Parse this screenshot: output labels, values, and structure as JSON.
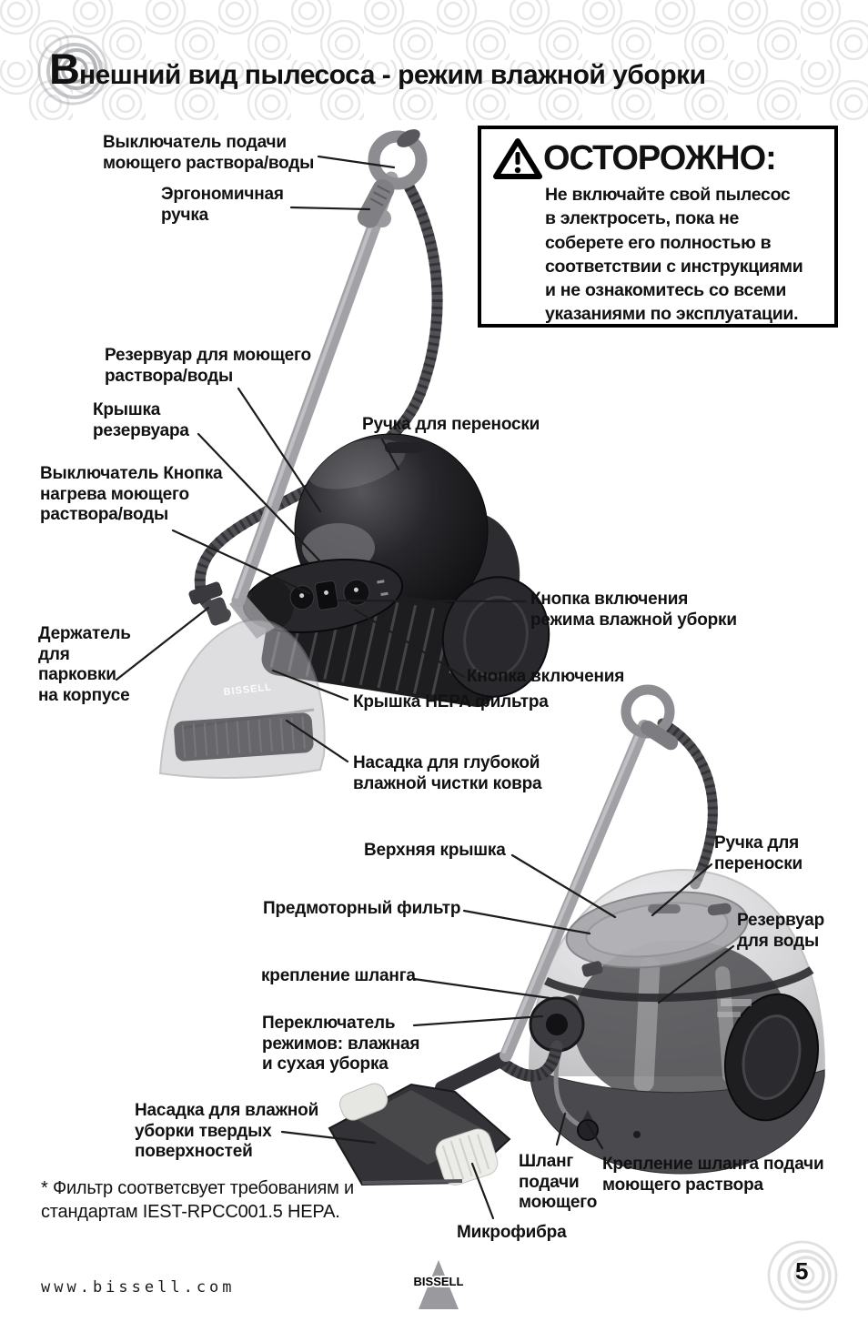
{
  "header": {
    "title_initial": "В",
    "title_rest": "нешний вид пылесоса - режим влажной уборки"
  },
  "warning": {
    "heading": "ОСТОРОЖНО:",
    "body": "Не включайте свой пылесос\nв электросеть, пока не\nсоберете его полностью в\nсоответствии с инструкциями\nи не ознакомитесь со всеми\nуказаниями по эксплуатации."
  },
  "callouts": [
    {
      "id": "spray-trigger",
      "text": "Выключатель подачи\nмоющего раствора/воды"
    },
    {
      "id": "ergonomic-handle",
      "text": "Эргономичная\nручка"
    },
    {
      "id": "solution-tank",
      "text": "Резервуар для моющего\nраствора/воды"
    },
    {
      "id": "tank-cap",
      "text": "Крышка\nрезервуара"
    },
    {
      "id": "heater-switch",
      "text": "Выключатель Кнопка\nнагрева моющего\nраствора/воды"
    },
    {
      "id": "carry-handle-upper",
      "text": "Ручка для переноски"
    },
    {
      "id": "wet-mode-button",
      "text": "Кнопка включения\nрежима влажной уборки"
    },
    {
      "id": "parking-holder",
      "text": "Держатель\nдля\nпарковки\nна корпусе"
    },
    {
      "id": "power-button",
      "text": "Кнопка включения"
    },
    {
      "id": "hepa-cover",
      "text": "Крышка HEPA фильтра"
    },
    {
      "id": "deep-clean-nozzle",
      "text": "Насадка для глубокой\nвлажной чистки ковра"
    },
    {
      "id": "top-lid",
      "text": "Верхняя крышка"
    },
    {
      "id": "carry-handle-lower",
      "text": "Ручка для\nпереноски"
    },
    {
      "id": "pre-motor-filter",
      "text": "Предмоторный фильтр"
    },
    {
      "id": "water-tank",
      "text": "Резервуар\nдля воды"
    },
    {
      "id": "hose-mount",
      "text": "крепление шланга"
    },
    {
      "id": "mode-switch",
      "text": "Переключатель\nрежимов: влажная\nи сухая уборка"
    },
    {
      "id": "hard-floor-nozzle",
      "text": "Насадка для влажной\nуборки твердых\nповерхностей"
    },
    {
      "id": "solution-hose",
      "text": "Шланг\nподачи\nмоющего"
    },
    {
      "id": "solution-hose-mount",
      "text": "Крепление шланга подачи\nмоющего раствора"
    },
    {
      "id": "microfiber",
      "text": "Микрофибра"
    }
  ],
  "machine_markings": {
    "upper_nozzle_brand": "BISSELL"
  },
  "footnote": "* Фильтр соответсвует требованиям и\nстандартам IEST-RPCC001.5 HEPA.",
  "footer": {
    "website": "www.bissell.com",
    "brand": "BISSELL",
    "page_number": "5"
  },
  "colors": {
    "ink": "#111111",
    "pattern_light": "#e7e7e9",
    "swirl_dark": "#9fa0a3",
    "machine_dark": "#1d1d20",
    "machine_gray": "#a2a2a6"
  }
}
